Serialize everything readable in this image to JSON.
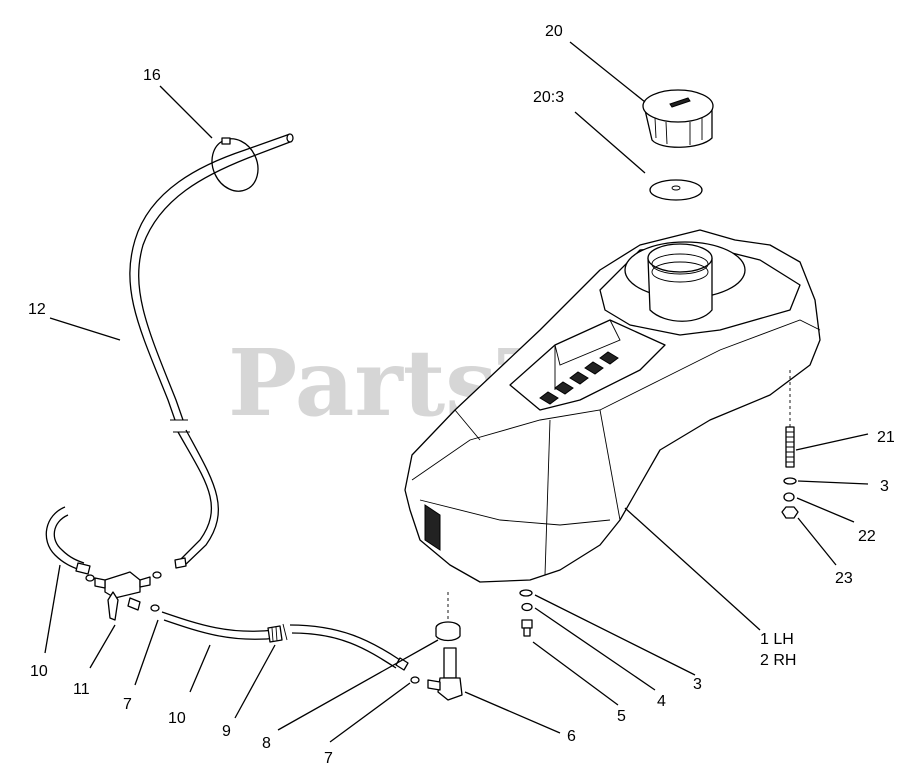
{
  "watermark": "PartsTree",
  "labels": {
    "l20": "20",
    "l20_3": "20:3",
    "l16": "16",
    "l12": "12",
    "l21": "21",
    "l3a": "3",
    "l22": "22",
    "l23": "23",
    "l1lh": "1 LH",
    "l2rh": "2 RH",
    "l3b": "3",
    "l4": "4",
    "l5": "5",
    "l6": "6",
    "l7a": "7",
    "l7b": "7",
    "l8": "8",
    "l9": "9",
    "l10a": "10",
    "l10b": "10",
    "l11": "11"
  }
}
